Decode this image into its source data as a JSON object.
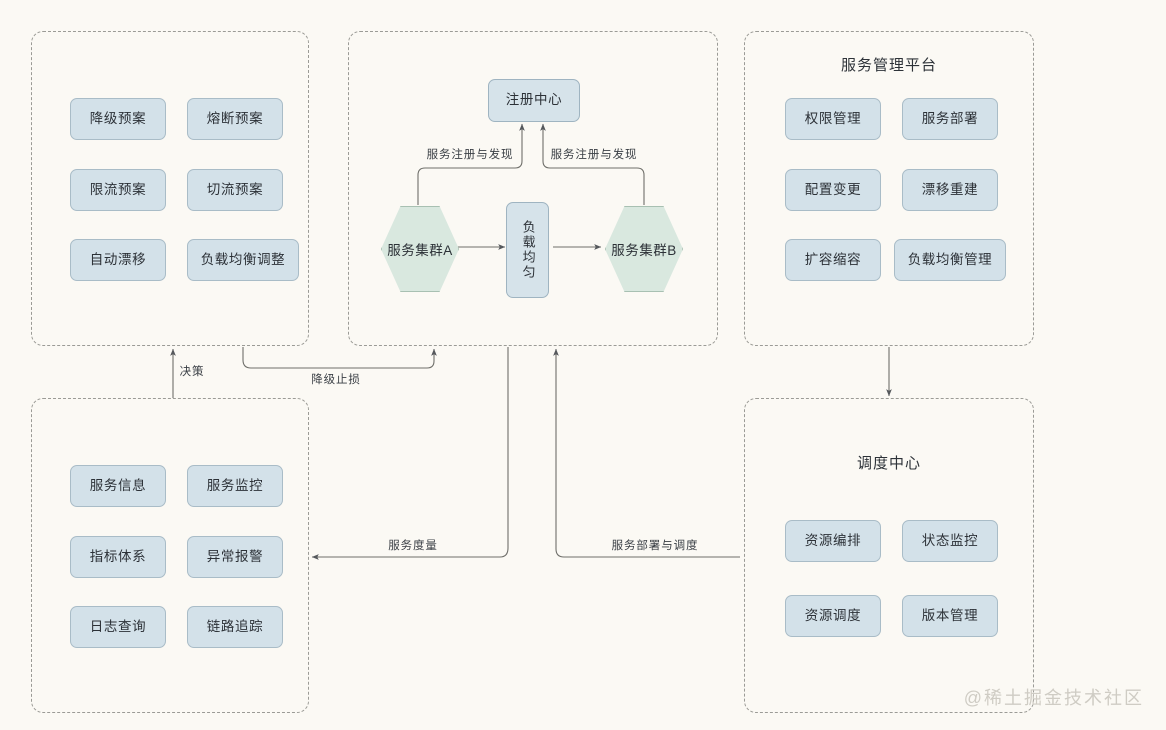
{
  "canvas": {
    "background": "#fbf9f4",
    "node_blue": "#d3e1e9",
    "node_green": "#d9e8df",
    "panel_border": "#9b9b96",
    "edge_color": "#6f6f6a"
  },
  "panels": {
    "plan": {
      "name": "plan-panel",
      "title": "",
      "nodes": [
        "降级预案",
        "熔断预案",
        "限流预案",
        "切流预案",
        "自动漂移",
        "负载均衡调整"
      ]
    },
    "service": {
      "name": "service-panel",
      "title": "",
      "registry": "注册中心",
      "cluster_a": "服务集群A",
      "cluster_b": "服务集群B",
      "balancer": "负载均匀"
    },
    "platform": {
      "name": "platform-panel",
      "title": "服务管理平台",
      "nodes": [
        "权限管理",
        "服务部署",
        "配置变更",
        "漂移重建",
        "扩容缩容",
        "负载均衡管理"
      ]
    },
    "observability": {
      "name": "observability-panel",
      "title": "",
      "nodes": [
        "服务信息",
        "服务监控",
        "指标体系",
        "异常报警",
        "日志查询",
        "链路追踪"
      ]
    },
    "scheduler": {
      "name": "scheduler-panel",
      "title": "调度中心",
      "nodes": [
        "资源编排",
        "状态监控",
        "资源调度",
        "版本管理"
      ]
    }
  },
  "edge_labels": {
    "register_left": "服务注册与发现",
    "register_right": "服务注册与发现",
    "decision": "决策",
    "degrade": "降级止损",
    "metrics": "服务度量",
    "deploy_schedule": "服务部署与调度"
  },
  "watermark": "@稀土掘金技术社区"
}
